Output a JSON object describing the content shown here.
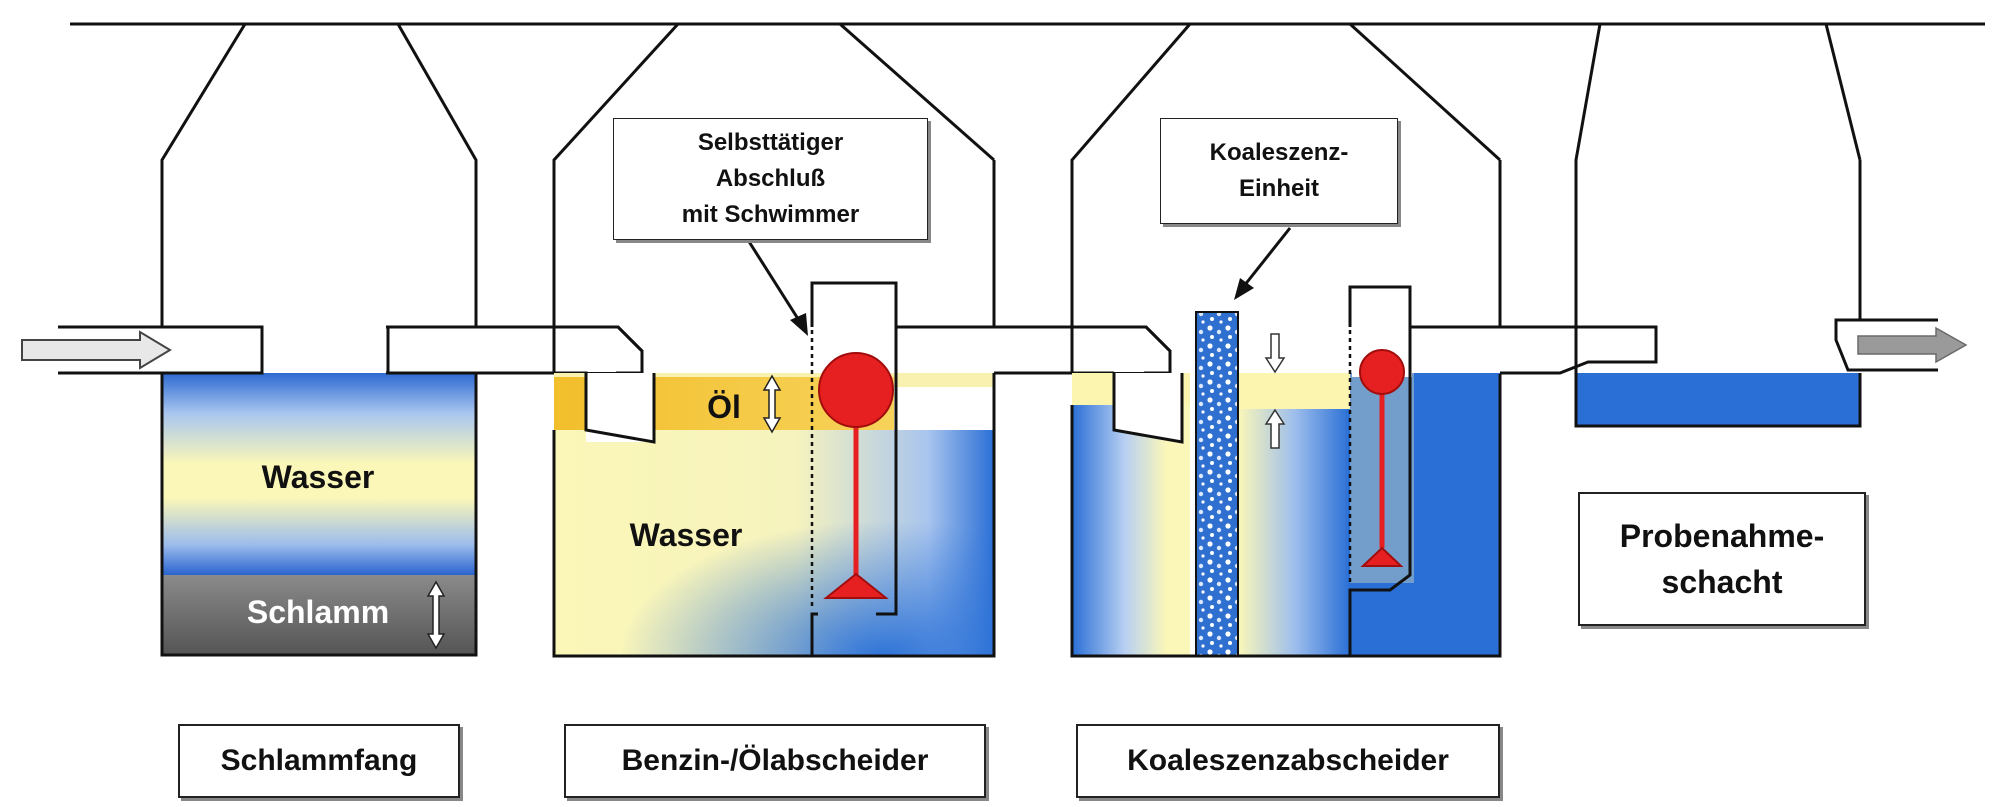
{
  "chambers": {
    "sludge_trap": {
      "label": "Schlammfang",
      "water_label": "Wasser",
      "sludge_label": "Schlamm"
    },
    "oil_separator": {
      "label": "Benzin-/Ölabscheider",
      "oil_label": "Öl",
      "water_label": "Wasser",
      "callout_lines": [
        "Selbsttätiger",
        "Abschluß",
        "mit Schwimmer"
      ]
    },
    "coalescence_separator": {
      "label": "Koaleszenzabscheider",
      "callout_lines": [
        "Koaleszenz-",
        "Einheit"
      ]
    },
    "sampling_shaft": {
      "label_lines": [
        "Probenahme-",
        "schacht"
      ]
    }
  },
  "colors": {
    "water_blue": "#2a6fd6",
    "water_light_yellow": "#fbf7b8",
    "oil_yellow": "#f5c431",
    "sludge_gray": "#6e6e6e",
    "float_red": "#e62020",
    "outline": "#111111"
  }
}
